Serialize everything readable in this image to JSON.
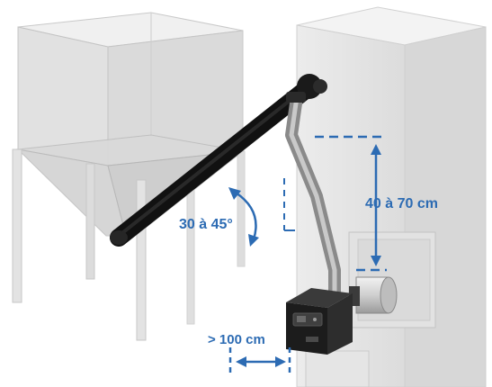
{
  "dimensions": {
    "height_range": "40 à 70 cm",
    "angle_range": "30 à 45°",
    "min_distance": "> 100 cm"
  },
  "colors": {
    "annotation": "#2c6bb3",
    "auger": "#1a1a1a",
    "hopper": "#d9d9d9",
    "boiler": "#e6e6e6",
    "burner": "#222222",
    "flex_tube": "#9a9a9a"
  }
}
